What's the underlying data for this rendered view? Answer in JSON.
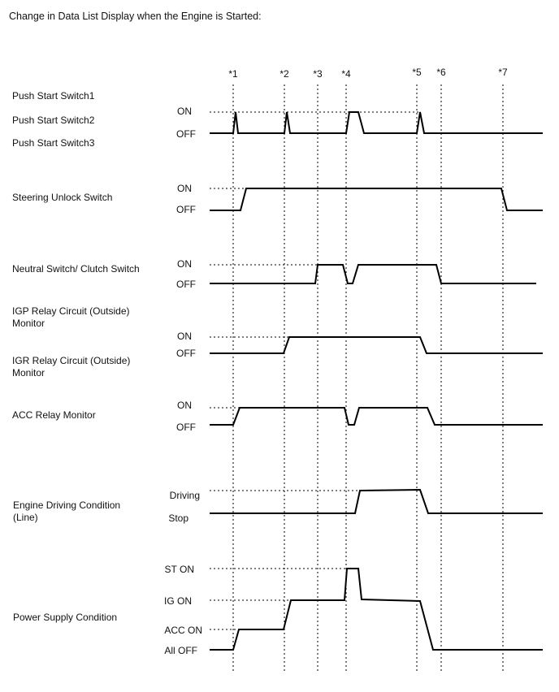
{
  "title": "Change in Data List Display when the Engine is Started:",
  "markers": [
    {
      "label": "*1"
    },
    {
      "label": "*2"
    },
    {
      "label": "*3"
    },
    {
      "label": "*4"
    },
    {
      "label": "*5"
    },
    {
      "label": "*6"
    },
    {
      "label": "*7"
    }
  ],
  "signal_labels": [
    {
      "id": "push-start-switch-1",
      "lines": [
        "Push Start Switch1"
      ]
    },
    {
      "id": "push-start-switch-2",
      "lines": [
        "Push Start Switch2"
      ]
    },
    {
      "id": "push-start-switch-3",
      "lines": [
        "Push Start Switch3"
      ]
    },
    {
      "id": "steering-unlock-switch",
      "lines": [
        "Steering Unlock Switch"
      ]
    },
    {
      "id": "neutral-clutch-switch",
      "lines": [
        "Neutral Switch/ Clutch Switch"
      ]
    },
    {
      "id": "igp-relay-monitor",
      "lines": [
        "IGP Relay Circuit (Outside)",
        "Monitor"
      ]
    },
    {
      "id": "igr-relay-monitor",
      "lines": [
        "IGR Relay Circuit (Outside)",
        "Monitor"
      ]
    },
    {
      "id": "acc-relay-monitor",
      "lines": [
        "ACC Relay Monitor"
      ]
    },
    {
      "id": "engine-driving-condition",
      "lines": [
        "Engine Driving Condition",
        "(Line)"
      ]
    },
    {
      "id": "power-supply-condition",
      "lines": [
        "Power Supply Condition"
      ]
    }
  ],
  "state_labels": [
    {
      "id": "push-on",
      "text": "ON"
    },
    {
      "id": "push-off",
      "text": "OFF"
    },
    {
      "id": "steer-on",
      "text": "ON"
    },
    {
      "id": "steer-off",
      "text": "OFF"
    },
    {
      "id": "neutral-on",
      "text": "ON"
    },
    {
      "id": "neutral-off",
      "text": "OFF"
    },
    {
      "id": "ig-relay-on",
      "text": "ON"
    },
    {
      "id": "ig-relay-off",
      "text": "OFF"
    },
    {
      "id": "acc-on",
      "text": "ON"
    },
    {
      "id": "acc-off",
      "text": "OFF"
    },
    {
      "id": "engine-driving",
      "text": "Driving"
    },
    {
      "id": "engine-stop",
      "text": "Stop"
    },
    {
      "id": "power-st-on",
      "text": "ST ON"
    },
    {
      "id": "power-ig-on",
      "text": "IG ON"
    },
    {
      "id": "power-acc-on",
      "text": "ACC ON"
    },
    {
      "id": "power-all-off",
      "text": "All OFF"
    }
  ],
  "waveforms": [
    {
      "id": "push-start-switch",
      "levels": [
        "OFF",
        "ON"
      ],
      "sequence": [
        "OFF",
        "ON pulse at *1",
        "OFF",
        "ON pulse at *2",
        "OFF",
        "ON pulse at *4",
        "OFF",
        "ON pulse at *5",
        "OFF"
      ]
    },
    {
      "id": "steering-unlock-switch",
      "levels": [
        "OFF",
        "ON"
      ],
      "sequence": [
        "OFF",
        "ON after *1",
        "OFF after *7"
      ]
    },
    {
      "id": "neutral-clutch-switch",
      "levels": [
        "OFF",
        "ON"
      ],
      "sequence": [
        "OFF",
        "ON at *3",
        "OFF at *4",
        "ON after *4",
        "OFF at *6"
      ]
    },
    {
      "id": "ig-relay-monitor",
      "levels": [
        "OFF",
        "ON"
      ],
      "sequence": [
        "OFF",
        "ON at *2",
        "OFF at *5"
      ]
    },
    {
      "id": "acc-relay-monitor",
      "levels": [
        "OFF",
        "ON"
      ],
      "sequence": [
        "OFF",
        "ON at *1",
        "OFF at *4",
        "ON after *4",
        "OFF after *5"
      ]
    },
    {
      "id": "engine-driving-condition",
      "levels": [
        "Stop",
        "Driving"
      ],
      "sequence": [
        "Stop",
        "Driving after *4",
        "Stop after *5"
      ]
    },
    {
      "id": "power-supply-condition",
      "levels": [
        "All OFF",
        "ACC ON",
        "IG ON",
        "ST ON"
      ],
      "sequence": [
        "All OFF",
        "ACC ON at *1",
        "IG ON at *2",
        "ST ON at *4",
        "IG ON",
        "All OFF after *5"
      ]
    }
  ]
}
